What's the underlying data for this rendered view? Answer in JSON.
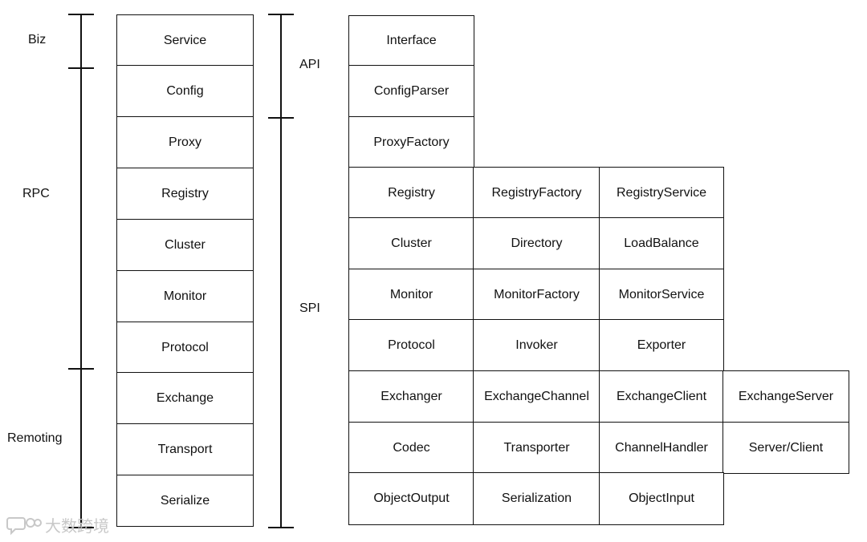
{
  "left_tiers": [
    {
      "label": "Biz"
    },
    {
      "label": "RPC"
    },
    {
      "label": "Remoting"
    }
  ],
  "layers": [
    "Service",
    "Config",
    "Proxy",
    "Registry",
    "Cluster",
    "Monitor",
    "Protocol",
    "Exchange",
    "Transport",
    "Serialize"
  ],
  "mid_groups": [
    {
      "label": "API"
    },
    {
      "label": "SPI"
    }
  ],
  "components": [
    [
      "Interface"
    ],
    [
      "ConfigParser"
    ],
    [
      "ProxyFactory"
    ],
    [
      "Registry",
      "RegistryFactory",
      "RegistryService"
    ],
    [
      "Cluster",
      "Directory",
      "LoadBalance"
    ],
    [
      "Monitor",
      "MonitorFactory",
      "MonitorService"
    ],
    [
      "Protocol",
      "Invoker",
      "Exporter"
    ],
    [
      "Exchanger",
      "ExchangeChannel",
      "ExchangeClient",
      "ExchangeServer"
    ],
    [
      "Codec",
      "Transporter",
      "ChannelHandler",
      "Server/Client"
    ],
    [
      "ObjectOutput",
      "Serialization",
      "ObjectInput"
    ]
  ],
  "watermark": {
    "text": "大数跨境",
    "icon": "speech-bubble-logo-icon"
  },
  "colors": {
    "line": "#111111",
    "background": "#ffffff",
    "watermark": "#c8c8c8"
  }
}
